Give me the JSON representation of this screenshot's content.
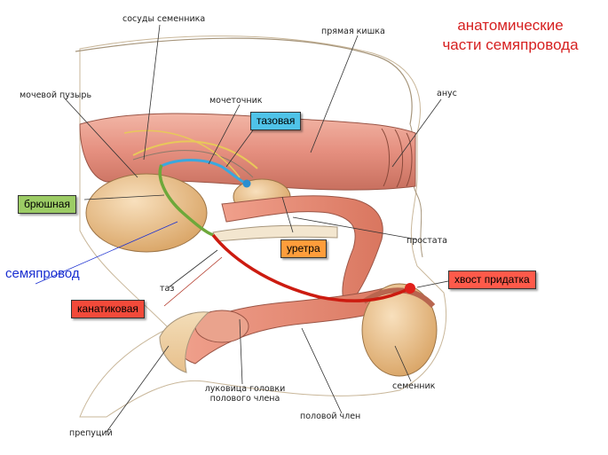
{
  "title": {
    "line1": "анатомические",
    "line2": "части семяпровода"
  },
  "labels": {
    "testis_vessels": "сосуды семенника",
    "rectum": "прямая кишка",
    "anus": "анус",
    "bladder": "мочевой пузырь",
    "ureter": "мочеточник",
    "prostate": "простата",
    "pelvis": "таз",
    "bulb": "луковица головки полового члена",
    "testis": "семенник",
    "penis": "половой член",
    "prepuce": "препуций"
  },
  "tags": {
    "pelvic": "тазовая",
    "abdominal": "брюшная",
    "urethra": "уретра",
    "epididymis_tail": "хвост придатка",
    "funicular": "канатиковая",
    "vas_deferens": "семяпровод"
  },
  "colors": {
    "pelvic": "#4fc3e8",
    "abdominal": "#9ccc65",
    "urethra": "#ff9d3b",
    "epididymis_tail": "#ff5a4a",
    "funicular": "#f24a3a",
    "title": "#d62020",
    "vas_deferens": "#1a2fd1"
  }
}
